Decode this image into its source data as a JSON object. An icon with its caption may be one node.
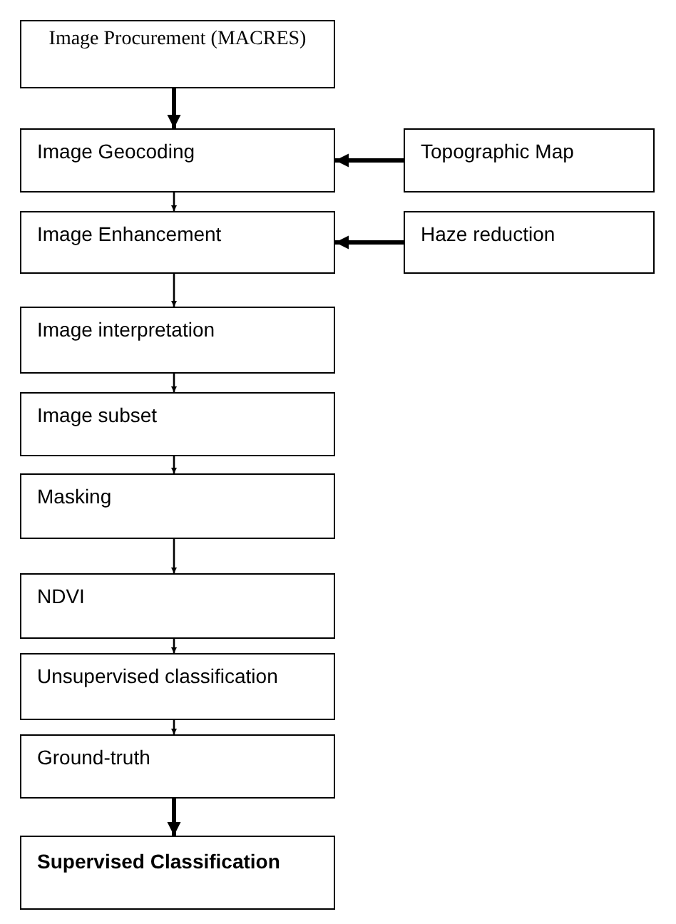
{
  "diagram": {
    "nodes": [
      {
        "text": [
          "Image Procurement (MACRES)"
        ]
      },
      {
        "text": [
          "Image Geocoding"
        ]
      },
      {
        "text": [
          "Topographic Map"
        ]
      },
      {
        "text": [
          "Image Enhancement"
        ]
      },
      {
        "text": [
          "Haze reduction"
        ]
      },
      {
        "text": [
          "Image interpretation"
        ]
      },
      {
        "text": [
          "Image subset"
        ]
      },
      {
        "text": [
          "Masking"
        ]
      },
      {
        "text": [
          "NDVI"
        ]
      },
      {
        "text": [
          "Unsupervised classification"
        ]
      },
      {
        "text": [
          "Ground-truth"
        ]
      },
      {
        "text": [
          "Supervised Classification"
        ]
      }
    ],
    "edges": [
      {
        "from": 0,
        "to": 1,
        "arrow": "to",
        "style": "thick"
      },
      {
        "from": 2,
        "to": 1,
        "arrow": "to",
        "style": "thick"
      },
      {
        "from": 1,
        "to": 3,
        "arrow": "to"
      },
      {
        "from": 4,
        "to": 3,
        "arrow": "to",
        "style": "thick"
      },
      {
        "from": 3,
        "to": 5,
        "arrow": "to"
      },
      {
        "from": 5,
        "to": 6,
        "arrow": "to"
      },
      {
        "from": 6,
        "to": 7,
        "arrow": "to"
      },
      {
        "from": 7,
        "to": 8,
        "arrow": "to"
      },
      {
        "from": 8,
        "to": 9,
        "arrow": "to"
      },
      {
        "from": 9,
        "to": 10,
        "arrow": "to"
      },
      {
        "from": 10,
        "to": 11,
        "arrow": "to",
        "style": "thick"
      }
    ]
  }
}
